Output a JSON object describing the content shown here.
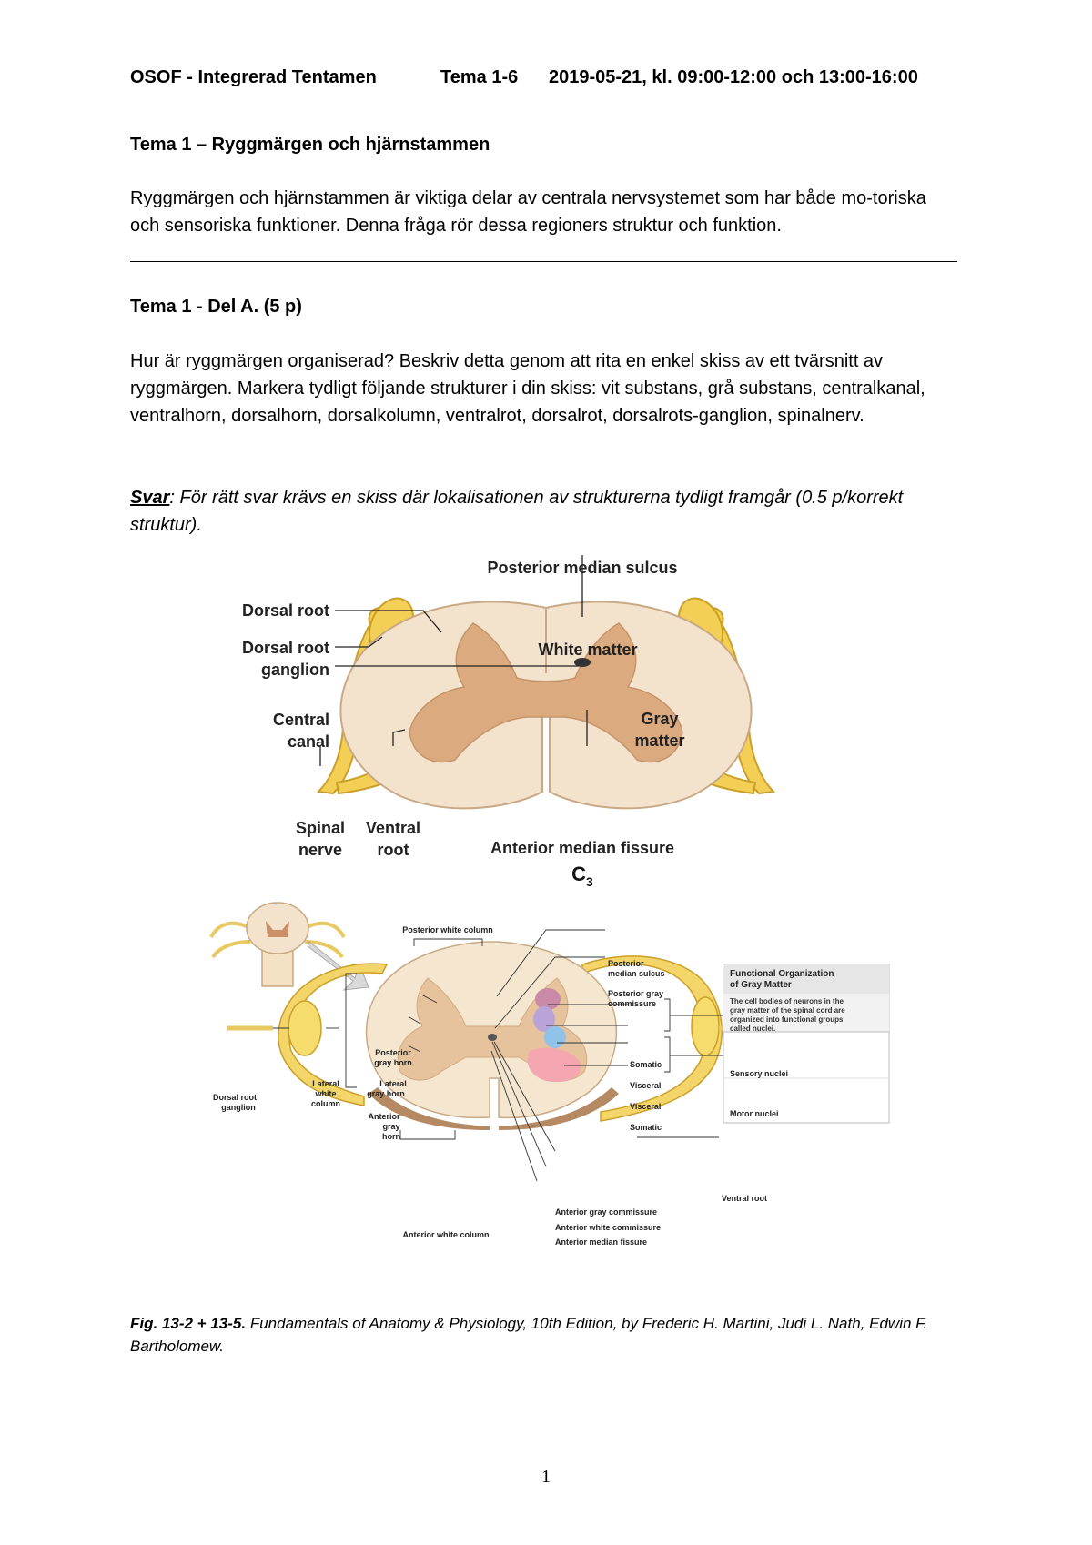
{
  "header": {
    "course": "OSOF - Integrerad Tentamen",
    "tema": "Tema 1-6",
    "datetime": "2019-05-21, kl. 09:00-12:00 och 13:00-16:00"
  },
  "section": {
    "title": "Tema 1 – Ryggmärgen och hjärnstammen",
    "intro": "Ryggmärgen och hjärnstammen är viktiga delar av centrala nervsystemet som har både mo-toriska och sensoriska funktioner. Denna fråga rör dessa regioners struktur och funktion."
  },
  "question": {
    "title": "Tema 1 - Del A. (5 p)",
    "text": "Hur är ryggmärgen organiserad? Beskriv detta genom att rita en enkel skiss av ett tvärsnitt av ryggmärgen. Markera tydligt följande strukturer i din skiss: vit substans, grå substans, centralkanal, ventralhorn, dorsalhorn, dorsalkolumn, ventralrot, dorsalrot, dorsalrots-ganglion, spinalnerv.",
    "answer_label": "Svar",
    "answer_text": ": För rätt svar krävs en skiss där lokalisationen av strukturerna tydligt framgår (0.5 p/korrekt struktur)."
  },
  "figure1": {
    "labels": {
      "posterior_median_sulcus": "Posterior median sulcus",
      "dorsal_root": "Dorsal root",
      "dorsal_root_ganglion_1": "Dorsal root",
      "dorsal_root_ganglion_2": "ganglion",
      "white_matter": "White matter",
      "central_canal_1": "Central",
      "central_canal_2": "canal",
      "gray_matter_1": "Gray",
      "gray_matter_2": "matter",
      "spinal_nerve_1": "Spinal",
      "spinal_nerve_2": "nerve",
      "ventral_root_1": "Ventral",
      "ventral_root_2": "root",
      "anterior_median_fissure": "Anterior median fissure",
      "segment": "C",
      "segment_sub": "3"
    }
  },
  "figure2": {
    "labels": {
      "posterior_white_column": "Posterior white column",
      "posterior_median_sulcus_1": "Posterior",
      "posterior_median_sulcus_2": "median sulcus",
      "posterior_gray_commissure_1": "Posterior gray",
      "posterior_gray_commissure_2": "commissure",
      "posterior_gray_horn_1": "Posterior",
      "posterior_gray_horn_2": "gray horn",
      "lateral_gray_horn_1": "Lateral",
      "lateral_gray_horn_2": "gray horn",
      "anterior_gray_horn_1": "Anterior",
      "anterior_gray_horn_2": "gray",
      "anterior_gray_horn_3": "horn",
      "lateral_white_column_1": "Lateral",
      "lateral_white_column_2": "white",
      "lateral_white_column_3": "column",
      "dorsal_root_ganglion_1": "Dorsal root",
      "dorsal_root_ganglion_2": "ganglion",
      "somatic_1": "Somatic",
      "visceral_1": "Visceral",
      "visceral_2": "Visceral",
      "somatic_2": "Somatic",
      "sensory_nuclei": "Sensory nuclei",
      "motor_nuclei": "Motor nuclei",
      "ventral_root": "Ventral root",
      "anterior_gray_commissure": "Anterior gray commissure",
      "anterior_white_commissure": "Anterior white commissure",
      "anterior_median_fissure": "Anterior median fissure",
      "anterior_white_column": "Anterior white column"
    },
    "box": {
      "title_1": "Functional Organization",
      "title_2": "of Gray Matter",
      "text_1": "The cell bodies of neurons in the",
      "text_2": "gray matter of the spinal cord are",
      "text_3": "organized into functional groups",
      "text_4": "called nuclei."
    }
  },
  "caption": {
    "fig": "Fig. 13-2 + 13-5.",
    "source": " Fundamentals of Anatomy & Physiology, 10th Edition, by Frederic H. Martini, Judi L. Nath, Edwin F. Bartholomew."
  },
  "footer": {
    "page_number": "1"
  }
}
